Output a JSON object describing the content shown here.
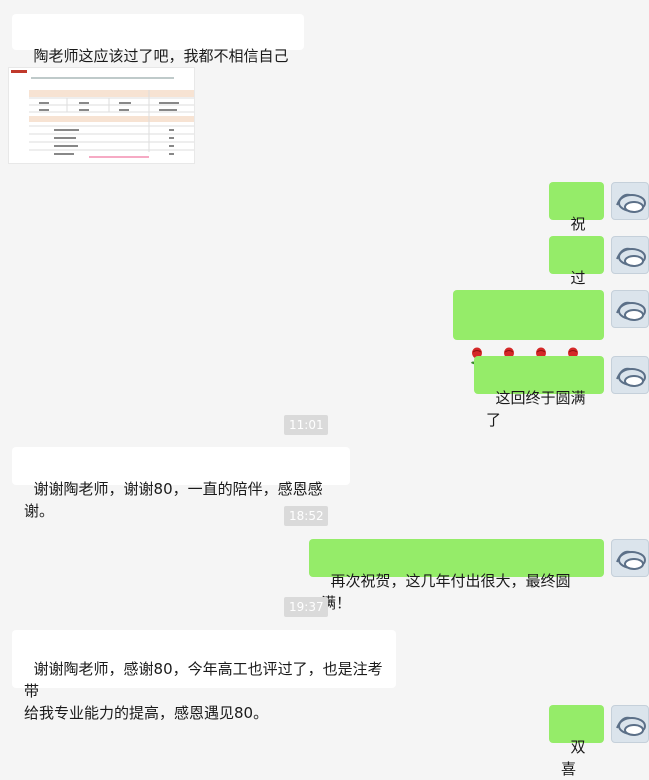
{
  "colors": {
    "background": "#f5f5f5",
    "left_bubble": "#ffffff",
    "right_bubble": "#95ec69",
    "timestamp_bg": "#dadada"
  },
  "messages": {
    "m1": "陶老师这应该过了吧，我都不相信自己了",
    "m2": "祝贺",
    "m3": "过了",
    "m4_icons": [
      "rose-icon",
      "rose-icon",
      "rose-icon",
      "rose-icon"
    ],
    "m5": "这回终于圆满了",
    "ts1": "11:01",
    "m6": "谢谢陶老师，谢谢80，一直的陪伴，感恩感谢。",
    "ts2": "18:52",
    "m7": "再次祝贺，这几年付出很大，最终圆满！",
    "ts3": "19:37",
    "m8": "谢谢陶老师，感谢80，今年高工也评过了，也是注考带\n给我专业能力的提高，感恩遇见80。",
    "m9": "双喜"
  }
}
